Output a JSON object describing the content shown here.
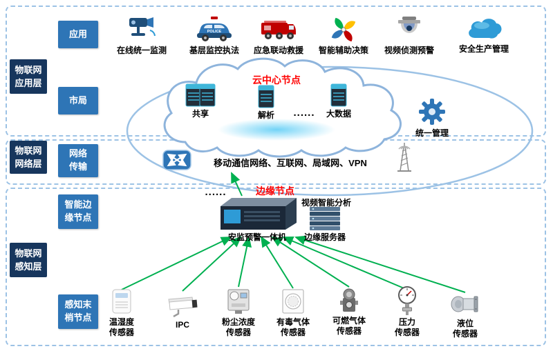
{
  "colors": {
    "accent_red": "#FF0000",
    "arrow_green": "#00B050",
    "box_blue": "#2E75B6",
    "box_dark_blue": "#17365D",
    "band_border": "#9CC2E5"
  },
  "left_layers": [
    {
      "lines": [
        "物联网",
        "应用层"
      ]
    },
    {
      "lines": [
        "物联网",
        "网络层"
      ]
    },
    {
      "lines": [
        "物联网",
        "感知层"
      ]
    }
  ],
  "sub_labels": [
    {
      "lines": [
        "应用"
      ]
    },
    {
      "lines": [
        "市局"
      ]
    },
    {
      "lines": [
        "网络",
        "传输"
      ]
    },
    {
      "lines": [
        "智能边",
        "缘节点"
      ]
    },
    {
      "lines": [
        "感知末",
        "梢节点"
      ]
    }
  ],
  "applications": [
    {
      "label": "在线统一监测",
      "icon": "cctv-monitor-icon"
    },
    {
      "label": "基层监控执法",
      "icon": "police-car-icon",
      "police_text": "POLICE"
    },
    {
      "label": "应急联动救援",
      "icon": "fire-truck-icon"
    },
    {
      "label": "智能辅助决策",
      "icon": "decision-pinwheel-icon"
    },
    {
      "label": "视频侦测预警",
      "icon": "dome-camera-icon"
    },
    {
      "label": "安全生产管理",
      "icon": "cloud-icon"
    }
  ],
  "cloud_center": {
    "title": "云中心节点",
    "nodes": [
      {
        "label": "共享",
        "icon": "server-pair-icon"
      },
      {
        "label": "解析",
        "icon": "server-icon"
      },
      {
        "label": "大数据",
        "icon": "server-icon"
      }
    ],
    "ellipsis": "......",
    "management_label": "统一管理"
  },
  "network_layer": {
    "text": "移动通信网络、互联网、局域网、VPN"
  },
  "edge_section": {
    "title": "边缘节点",
    "ellipsis": "......",
    "machine_label": "安监预警一体机",
    "analysis_label": "视频智能分析",
    "server_label": "边缘服务器"
  },
  "sensors": [
    {
      "lines": [
        "温湿度",
        "传感器"
      ],
      "icon": "temp-humidity-sensor-icon"
    },
    {
      "lines": [
        "IPC"
      ],
      "icon": "ipc-camera-icon"
    },
    {
      "lines": [
        "粉尘浓度",
        "传感器"
      ],
      "icon": "dust-sensor-icon"
    },
    {
      "lines": [
        "有毒气体",
        "传感器"
      ],
      "icon": "toxic-gas-sensor-icon"
    },
    {
      "lines": [
        "可燃气体",
        "传感器"
      ],
      "icon": "flammable-gas-sensor-icon"
    },
    {
      "lines": [
        "压力",
        "传感器"
      ],
      "icon": "pressure-sensor-icon"
    },
    {
      "lines": [
        "液位",
        "传感器"
      ],
      "icon": "level-sensor-icon"
    }
  ]
}
